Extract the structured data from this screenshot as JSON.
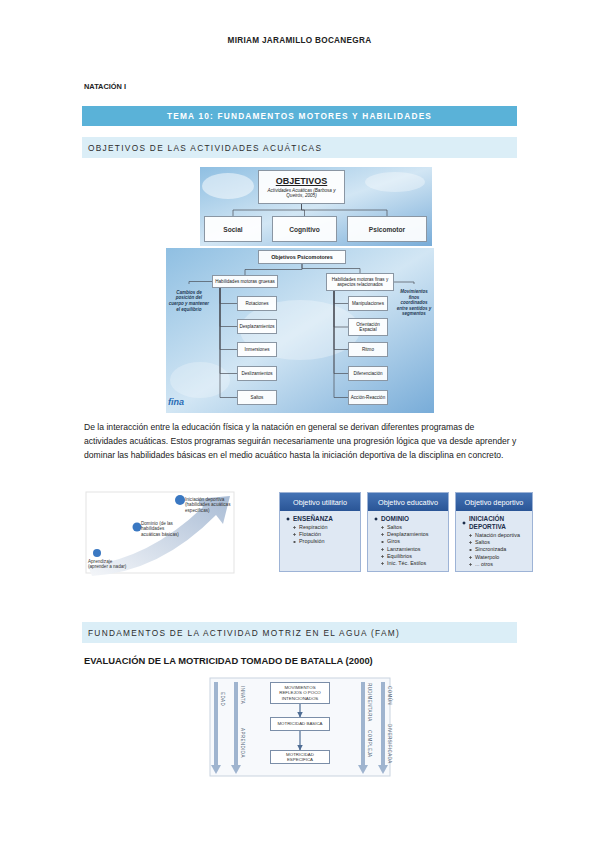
{
  "diagram": {
    "nodes": [
      {
        "text": [
          "TEMA 10: FUNDAMENTOS MOTORES Y HABILIDADES"
        ]
      },
      {
        "text": [
          "OBJETIVOS DE LAS ACTIVIDADES ACUÁTICAS"
        ]
      },
      {
        "text": [
          "OBJETIVOS",
          "Actividades Acuáticas (Barbosa y Queirós, 2005)"
        ]
      },
      {
        "text": [
          "Social"
        ]
      },
      {
        "text": [
          "Cognitivo"
        ]
      },
      {
        "text": [
          "Psicomotor"
        ]
      },
      {
        "text": [
          "Objetivos Psicomotores"
        ]
      },
      {
        "text": [
          "Habilidades motoras gruesas"
        ]
      },
      {
        "text": [
          "Habilidades motoras finas y aspectos relacionados"
        ]
      },
      {
        "text": [
          "Cambios de posición del cuerpo y mantener el equilibrio"
        ]
      },
      {
        "text": [
          "Movimientos finos coordinados entre sentidos y segmentos"
        ]
      },
      {
        "text": [
          "Rotaciones"
        ]
      },
      {
        "text": [
          "Desplazamientos"
        ]
      },
      {
        "text": [
          "Inmersiones"
        ]
      },
      {
        "text": [
          "Deslizamientos"
        ]
      },
      {
        "text": [
          "Saltos"
        ]
      },
      {
        "text": [
          "Manipulaciones"
        ]
      },
      {
        "text": [
          "Orientación Espacial"
        ]
      },
      {
        "text": [
          "Ritmo"
        ]
      },
      {
        "text": [
          "Diferenciación"
        ]
      },
      {
        "text": [
          "Acción-Reacción"
        ]
      },
      {
        "text": [
          "Objetivo utilitario",
          "ENSEÑANZA",
          "Respiración",
          "Flotación",
          "Propulsión"
        ]
      },
      {
        "text": [
          "Objetivo educativo",
          "DOMINIO",
          "Saltos",
          "Desplazamientos",
          "Giros",
          "Lanzamientos",
          "Equilibrios",
          "Inic. Téc. Estilos"
        ]
      },
      {
        "text": [
          "Objetivo deportivo",
          "INICIACIÓN DEPORTIVA",
          "Natación deportiva",
          "Saltos",
          "Sincronizada",
          "Waterpolo",
          "... otros"
        ]
      },
      {
        "text": [
          "FUNDAMENTOS DE LA ACTIVIDAD MOTRIZ EN EL AGUA (FAM)"
        ]
      },
      {
        "text": [
          "MOVIMIENTOS REFLEJOS O POCO INTENCIONADOS"
        ]
      },
      {
        "text": [
          "MOTRICIDAD BÁSICA"
        ]
      },
      {
        "text": [
          "MOTRICIDAD ESPECÍFICA"
        ]
      }
    ],
    "edges": [
      {
        "from": 2,
        "to": 3,
        "arrow": "none"
      },
      {
        "from": 2,
        "to": 4,
        "arrow": "none"
      },
      {
        "from": 2,
        "to": 5,
        "arrow": "none"
      },
      {
        "from": 6,
        "to": 7,
        "arrow": "none"
      },
      {
        "from": 6,
        "to": 8,
        "arrow": "none"
      },
      {
        "from": 7,
        "to": 9,
        "arrow": "none"
      },
      {
        "from": 8,
        "to": 10,
        "arrow": "none"
      },
      {
        "from": 7,
        "to": 11,
        "arrow": "none"
      },
      {
        "from": 7,
        "to": 12,
        "arrow": "none"
      },
      {
        "from": 7,
        "to": 13,
        "arrow": "none"
      },
      {
        "from": 7,
        "to": 14,
        "arrow": "none"
      },
      {
        "from": 7,
        "to": 15,
        "arrow": "none"
      },
      {
        "from": 8,
        "to": 16,
        "arrow": "none"
      },
      {
        "from": 8,
        "to": 17,
        "arrow": "none"
      },
      {
        "from": 8,
        "to": 18,
        "arrow": "none"
      },
      {
        "from": 8,
        "to": 19,
        "arrow": "none"
      },
      {
        "from": 8,
        "to": 20,
        "arrow": "none"
      },
      {
        "from": 25,
        "to": 26,
        "arrow": "to"
      },
      {
        "from": 26,
        "to": 27,
        "arrow": "to"
      }
    ],
    "labels": [
      "MIRIAM JARAMILLO BOCANEGRA",
      "NATACIÓN I",
      "fina",
      "De la interacción entre la educación física y la natación en general se derivan diferentes programas de actividades acuáticas. Estos programas seguirán necesariamente una progresión lógica que va desde aprender y dominar las habilidades básicas en el medio acuático hasta la iniciación deportiva de la disciplina en concreto.",
      "Aprendizaje (aprender a nadar)",
      "Dominio (de las habilidades acuáticas básicas)",
      "Iniciación deportiva (habilidades acuáticas específicas)",
      "EVALUACIÓN DE LA MOTRICIDAD TOMADO DE BATALLA (2000)",
      "EDAD",
      "INNATA",
      "APRENDIDA",
      "RUDIMENTARIA",
      "COMPLEJA",
      "COMÚN",
      "DIVERSIFICADA"
    ]
  }
}
